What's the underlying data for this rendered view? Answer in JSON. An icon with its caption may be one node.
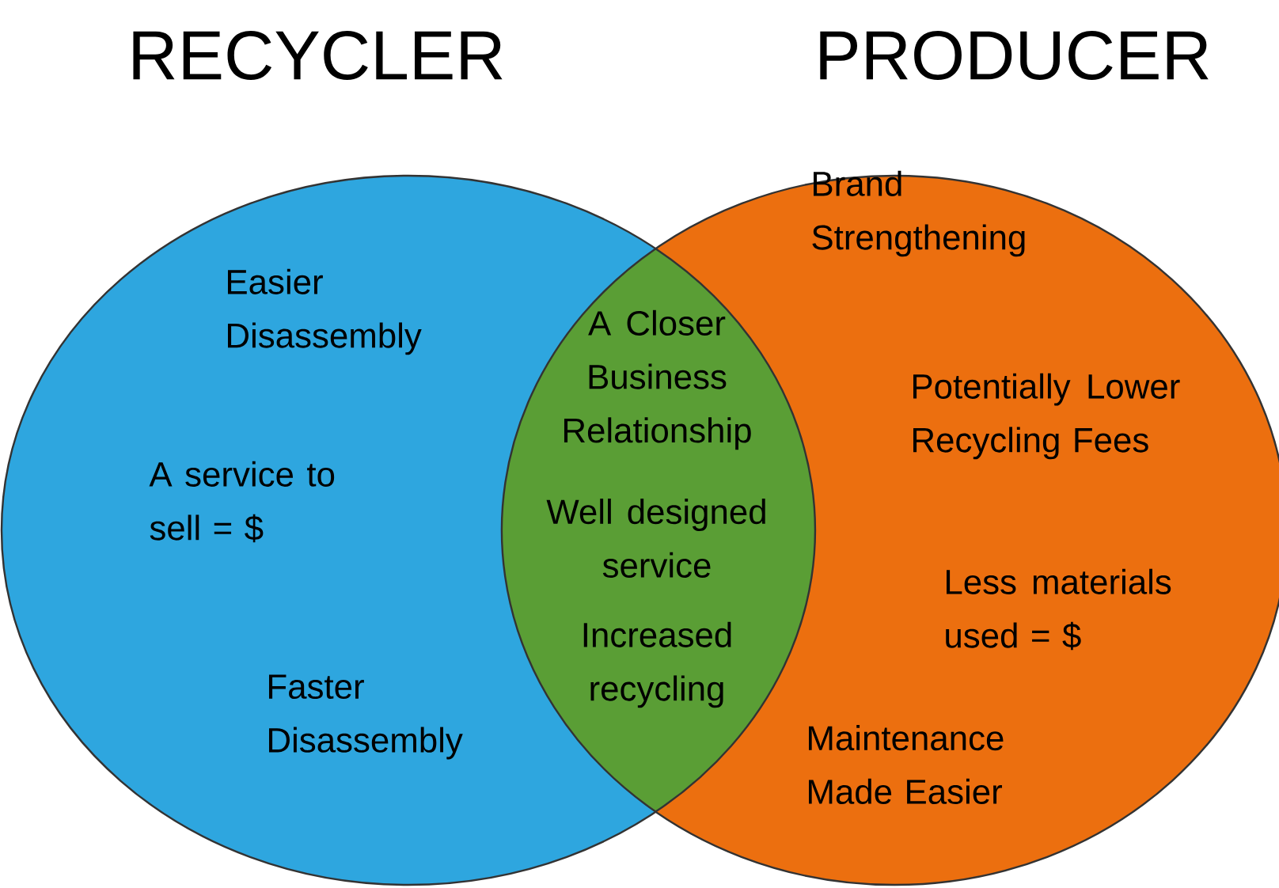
{
  "diagram": {
    "nodes": [
      {
        "text": [
          "RECYCLER",
          "Easier Disassembly",
          "A service to sell = $",
          "Faster Disassembly"
        ]
      },
      {
        "text": [
          "PRODUCER",
          "Brand Strengthening",
          "Potentially Lower Recycling Fees",
          "Less materials used = $",
          "Maintenance Made Easier"
        ]
      },
      {
        "text": [
          "A Closer Business Relationship",
          "Well designed service",
          "Increased recycling"
        ]
      }
    ]
  }
}
